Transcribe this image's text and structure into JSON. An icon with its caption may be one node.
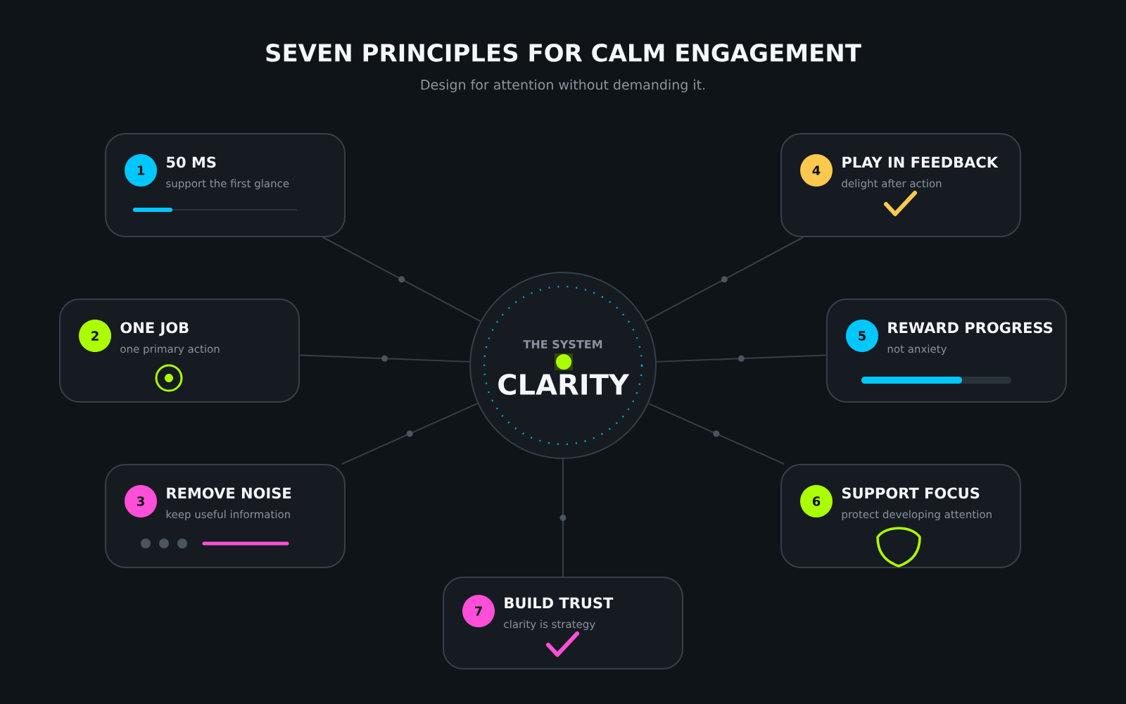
{
  "diagram": {
    "title": "SEVEN PRINCIPLES FOR CALM ENGAGEMENT",
    "nodes": [
      {
        "text": [
          "THE SYSTEM",
          "CLARITY"
        ]
      },
      {
        "text": [
          "1",
          "50 MS",
          "support the first glance"
        ]
      },
      {
        "text": [
          "2",
          "ONE JOB",
          "one primary action"
        ]
      },
      {
        "text": [
          "3",
          "REMOVE NOISE",
          "keep useful information"
        ]
      },
      {
        "text": [
          "4",
          "PLAY IN FEEDBACK",
          "delight after action"
        ]
      },
      {
        "text": [
          "5",
          "REWARD PROGRESS",
          "not anxiety"
        ]
      },
      {
        "text": [
          "6",
          "SUPPORT FOCUS",
          "protect developing attention"
        ]
      },
      {
        "text": [
          "7",
          "BUILD TRUST",
          "clarity is strategy"
        ]
      }
    ],
    "edges": [
      {
        "from": 0,
        "to": 1,
        "arrow": "none"
      },
      {
        "from": 0,
        "to": 2,
        "arrow": "none"
      },
      {
        "from": 0,
        "to": 3,
        "arrow": "none"
      },
      {
        "from": 0,
        "to": 4,
        "arrow": "none"
      },
      {
        "from": 0,
        "to": 5,
        "arrow": "none"
      },
      {
        "from": 0,
        "to": 6,
        "arrow": "none"
      },
      {
        "from": 0,
        "to": 7,
        "arrow": "none"
      }
    ],
    "labels": [
      "Design for attention without demanding it."
    ]
  }
}
